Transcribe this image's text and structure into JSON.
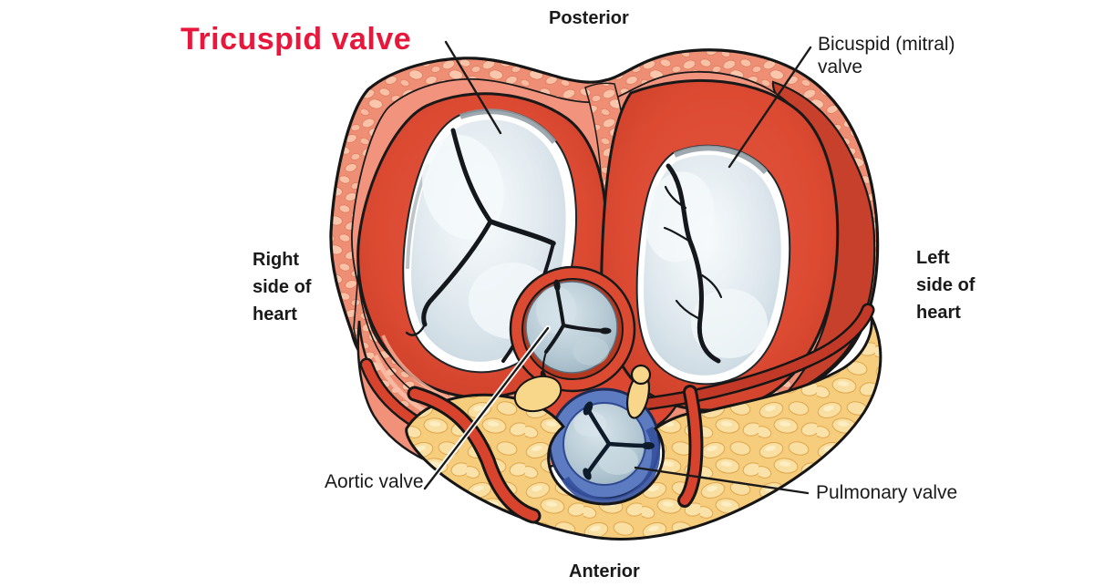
{
  "figure_labels": {
    "posterior": "Posterior",
    "anterior": "Anterior",
    "right_side": "Right side of heart",
    "left_side": "Left side of heart"
  },
  "valve_labels": {
    "tricuspid": "Tricuspid valve",
    "bicuspid": "Bicuspid (mitral) valve",
    "aortic": "Aortic valve",
    "pulmonary": "Pulmonary valve"
  },
  "colors": {
    "highlight_label_red": "#e8183d",
    "text": "#1a1a1a",
    "myocardium_salmon": "#f2947d",
    "pebble_texture": "#f9c2a7",
    "valve_ring_red": "#dc4a32",
    "outer_crescent_dark_red": "#c6402b",
    "vessel_red": "#d8432d",
    "pulmonary_ring_blue": "#5c7bc0",
    "fat_yellow": "#f6cd7d",
    "large_leaflet": "#dce6ec",
    "small_leaflet": "#b4c8d3",
    "background": "#ffffff"
  }
}
